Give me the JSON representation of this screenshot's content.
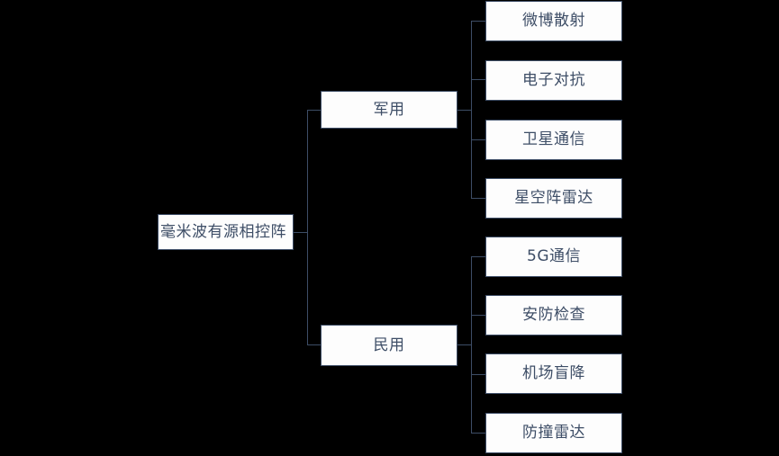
{
  "diagram": {
    "type": "tree",
    "title": "",
    "background_color": "#000000",
    "node_fill_color": "#fdfdfd",
    "node_border_color": "#3d4d66",
    "text_color": "#3d4d66",
    "root": {
      "label": "毫米波有源相控阵"
    },
    "branches": [
      {
        "label": "军用",
        "children": [
          {
            "label": "微博散射"
          },
          {
            "label": "电子对抗"
          },
          {
            "label": "卫星通信"
          },
          {
            "label": "星空阵雷达"
          }
        ]
      },
      {
        "label": "民用",
        "children": [
          {
            "label": "5G通信"
          },
          {
            "label": "安防检查"
          },
          {
            "label": "机场盲降"
          },
          {
            "label": "防撞雷达"
          }
        ]
      }
    ]
  }
}
